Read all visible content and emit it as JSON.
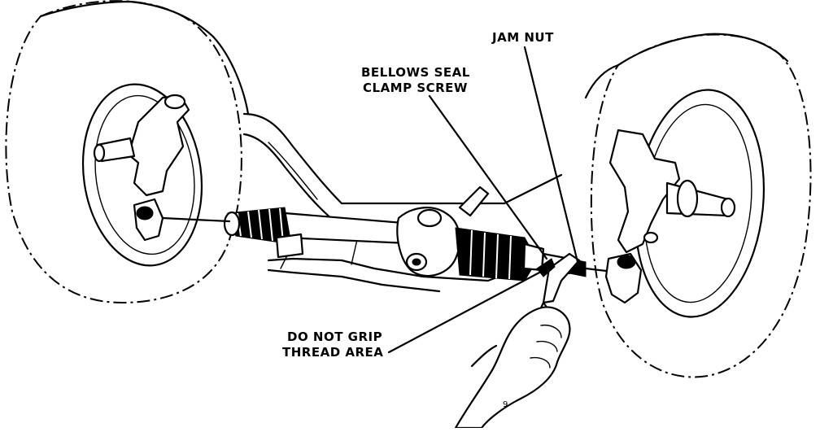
{
  "labels": {
    "jam_nut": "JAM NUT",
    "bellows_line1": "BELLOWS SEAL",
    "bellows_line2": "CLAMP SCREW",
    "grip_line1": "DO NOT GRIP",
    "grip_line2": "THREAD AREA"
  },
  "page_marks": {
    "corner_mark": "9"
  }
}
